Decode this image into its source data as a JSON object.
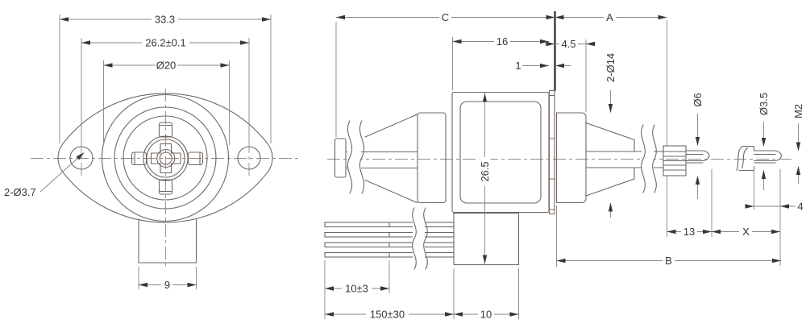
{
  "front": {
    "overall_width": "33.3",
    "hole_pitch": "26.2±0.1",
    "boss_dia": "Ø20",
    "mount_holes": "2-Ø3.7",
    "tab_width": "9"
  },
  "side": {
    "dim_c": "C",
    "dim_a": "A",
    "dim_b": "B",
    "dim_x": "X",
    "gearbox_length": "16",
    "flange_offset": "4.5",
    "plate_thickness": "1",
    "boss_dia_pair": "2-Ø14",
    "overall_height": "26.5",
    "gear_dia": "Ø6",
    "shaft_dia": "Ø3.5",
    "thread_spec": "M2",
    "gear_section_length": "13",
    "thread_length": "4",
    "lead_strip_length": "10±3",
    "lead_length": "150±30",
    "connector_width": "10"
  },
  "colors": {
    "line": "#6f6762",
    "text": "#3a3531",
    "dimension": "#8d847d"
  }
}
